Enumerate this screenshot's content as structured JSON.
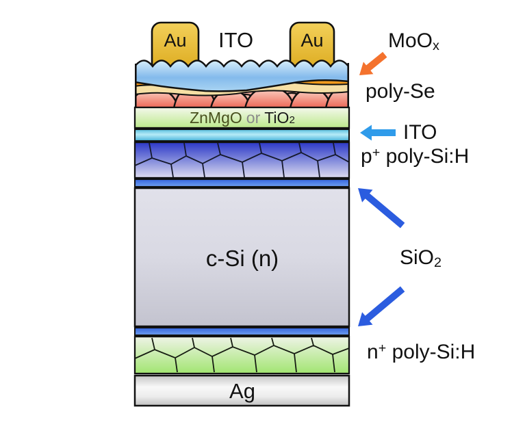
{
  "diagram": {
    "top_contacts": {
      "left_label": "Au",
      "right_label": "Au",
      "window_label": "ITO"
    },
    "stack": {
      "znmgo_part": "ZnMgO",
      "or_part": "or",
      "tio_base": "TiO",
      "tio_sub": "2",
      "c_si": "c-Si (n)",
      "ag": "Ag"
    },
    "annotations": {
      "moox_base": "MoO",
      "moox_sub": "x",
      "poly_se": "poly-Se",
      "ito": "ITO",
      "p_poly_base": "p",
      "p_poly_sup": "+",
      "p_poly_rest": " poly-Si:H",
      "sio2_base": "SiO",
      "sio2_sub": "2",
      "n_poly_base": "n",
      "n_poly_sup": "+",
      "n_poly_rest": " poly-Si:H"
    },
    "colors": {
      "arrow_orange": "#f4722d",
      "arrow_blue_light": "#2f9bea",
      "arrow_blue_royal": "#2b5cdf",
      "gold": "#ecc23c",
      "ito_wavy_blue": "#8abeee",
      "moox_orange": "#f9a01f",
      "cream_interlayer": "#f6dfa4",
      "poly_se_red": "#ed6a58",
      "znmgo_green": "#bce98b",
      "ito_cyan": "#7fd0e8",
      "p_poly_blue": "#2c38c8",
      "sio2_blue": "#3a6de2",
      "c_si_gray": "#d4d4de",
      "n_poly_green": "#a2e571",
      "ag_silver": "#e5e5e5",
      "outline": "#111111",
      "znmgo_text": "#49511f",
      "or_text": "#8a8a8a"
    }
  }
}
